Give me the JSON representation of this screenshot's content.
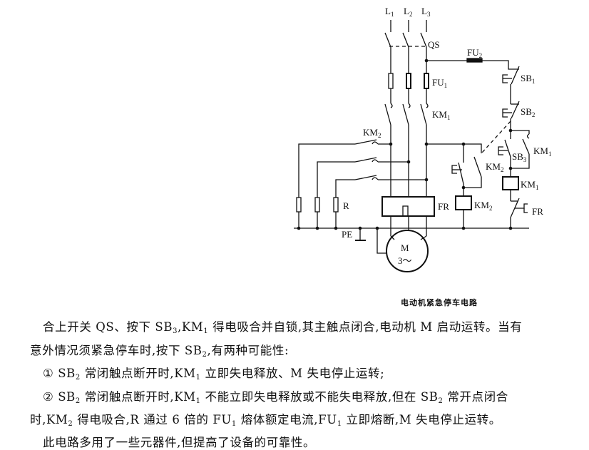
{
  "diagram": {
    "labels": {
      "L1": {
        "base": "L",
        "sub": "1"
      },
      "L2": {
        "base": "L",
        "sub": "2"
      },
      "L3": {
        "base": "L",
        "sub": "3"
      },
      "QS": {
        "base": "QS",
        "sub": ""
      },
      "FU2": {
        "base": "FU",
        "sub": "2"
      },
      "FU1": {
        "base": "FU",
        "sub": "1"
      },
      "KM1_main": {
        "base": "KM",
        "sub": "1"
      },
      "SB1": {
        "base": "SB",
        "sub": "1"
      },
      "SB2": {
        "base": "SB",
        "sub": "2"
      },
      "SB3": {
        "base": "SB",
        "sub": "3"
      },
      "KM1_aux": {
        "base": "KM",
        "sub": "1"
      },
      "KM2_main": {
        "base": "KM",
        "sub": "2"
      },
      "KM2_aux": {
        "base": "KM",
        "sub": "2"
      },
      "KM2_coil": {
        "base": "KM",
        "sub": "2"
      },
      "KM1_coil": {
        "base": "KM",
        "sub": "1"
      },
      "R": {
        "base": "R",
        "sub": ""
      },
      "FR_main": {
        "base": "FR",
        "sub": ""
      },
      "FR_ctrl": {
        "base": "FR",
        "sub": ""
      },
      "PE": {
        "base": "PE",
        "sub": ""
      },
      "motor_M": {
        "base": "M",
        "sub": ""
      },
      "motor_phase": {
        "base": "3～",
        "sub": ""
      }
    }
  },
  "caption": "电动机紧急停车电路",
  "paragraphs": [
    [
      [
        "合上开关 QS、按下 SB",
        0
      ],
      [
        "3",
        1
      ],
      [
        ",KM",
        0
      ],
      [
        "1",
        1
      ],
      [
        " 得电吸合并自锁,其主触点闭合,电动机 M 启动运转。当有",
        0
      ]
    ],
    [
      [
        "意外情况须紧急停车时,按下 SB",
        0
      ],
      [
        "2",
        1
      ],
      [
        ",有两种可能性:",
        0
      ]
    ],
    [
      [
        "① SB",
        0
      ],
      [
        "2",
        1
      ],
      [
        " 常闭触点断开时,KM",
        0
      ],
      [
        "1",
        1
      ],
      [
        " 立即失电释放、M 失电停止运转;",
        0
      ]
    ],
    [
      [
        "② SB",
        0
      ],
      [
        "2",
        1
      ],
      [
        " 常闭触点断开时,KM",
        0
      ],
      [
        "1",
        1
      ],
      [
        " 不能立即失电释放或不能失电释放,但在 SB",
        0
      ],
      [
        "2",
        1
      ],
      [
        " 常开点闭合",
        0
      ]
    ],
    [
      [
        "时,KM",
        0
      ],
      [
        "2",
        1
      ],
      [
        " 得电吸合,R 通过 6 倍的 FU",
        0
      ],
      [
        "1",
        1
      ],
      [
        " 熔体额定电流,FU",
        0
      ],
      [
        "1",
        1
      ],
      [
        " 立即熔断,M 失电停止运转。",
        0
      ]
    ],
    [
      [
        "此电路多用了一些元器件,但提高了设备的可靠性。",
        0
      ]
    ]
  ]
}
